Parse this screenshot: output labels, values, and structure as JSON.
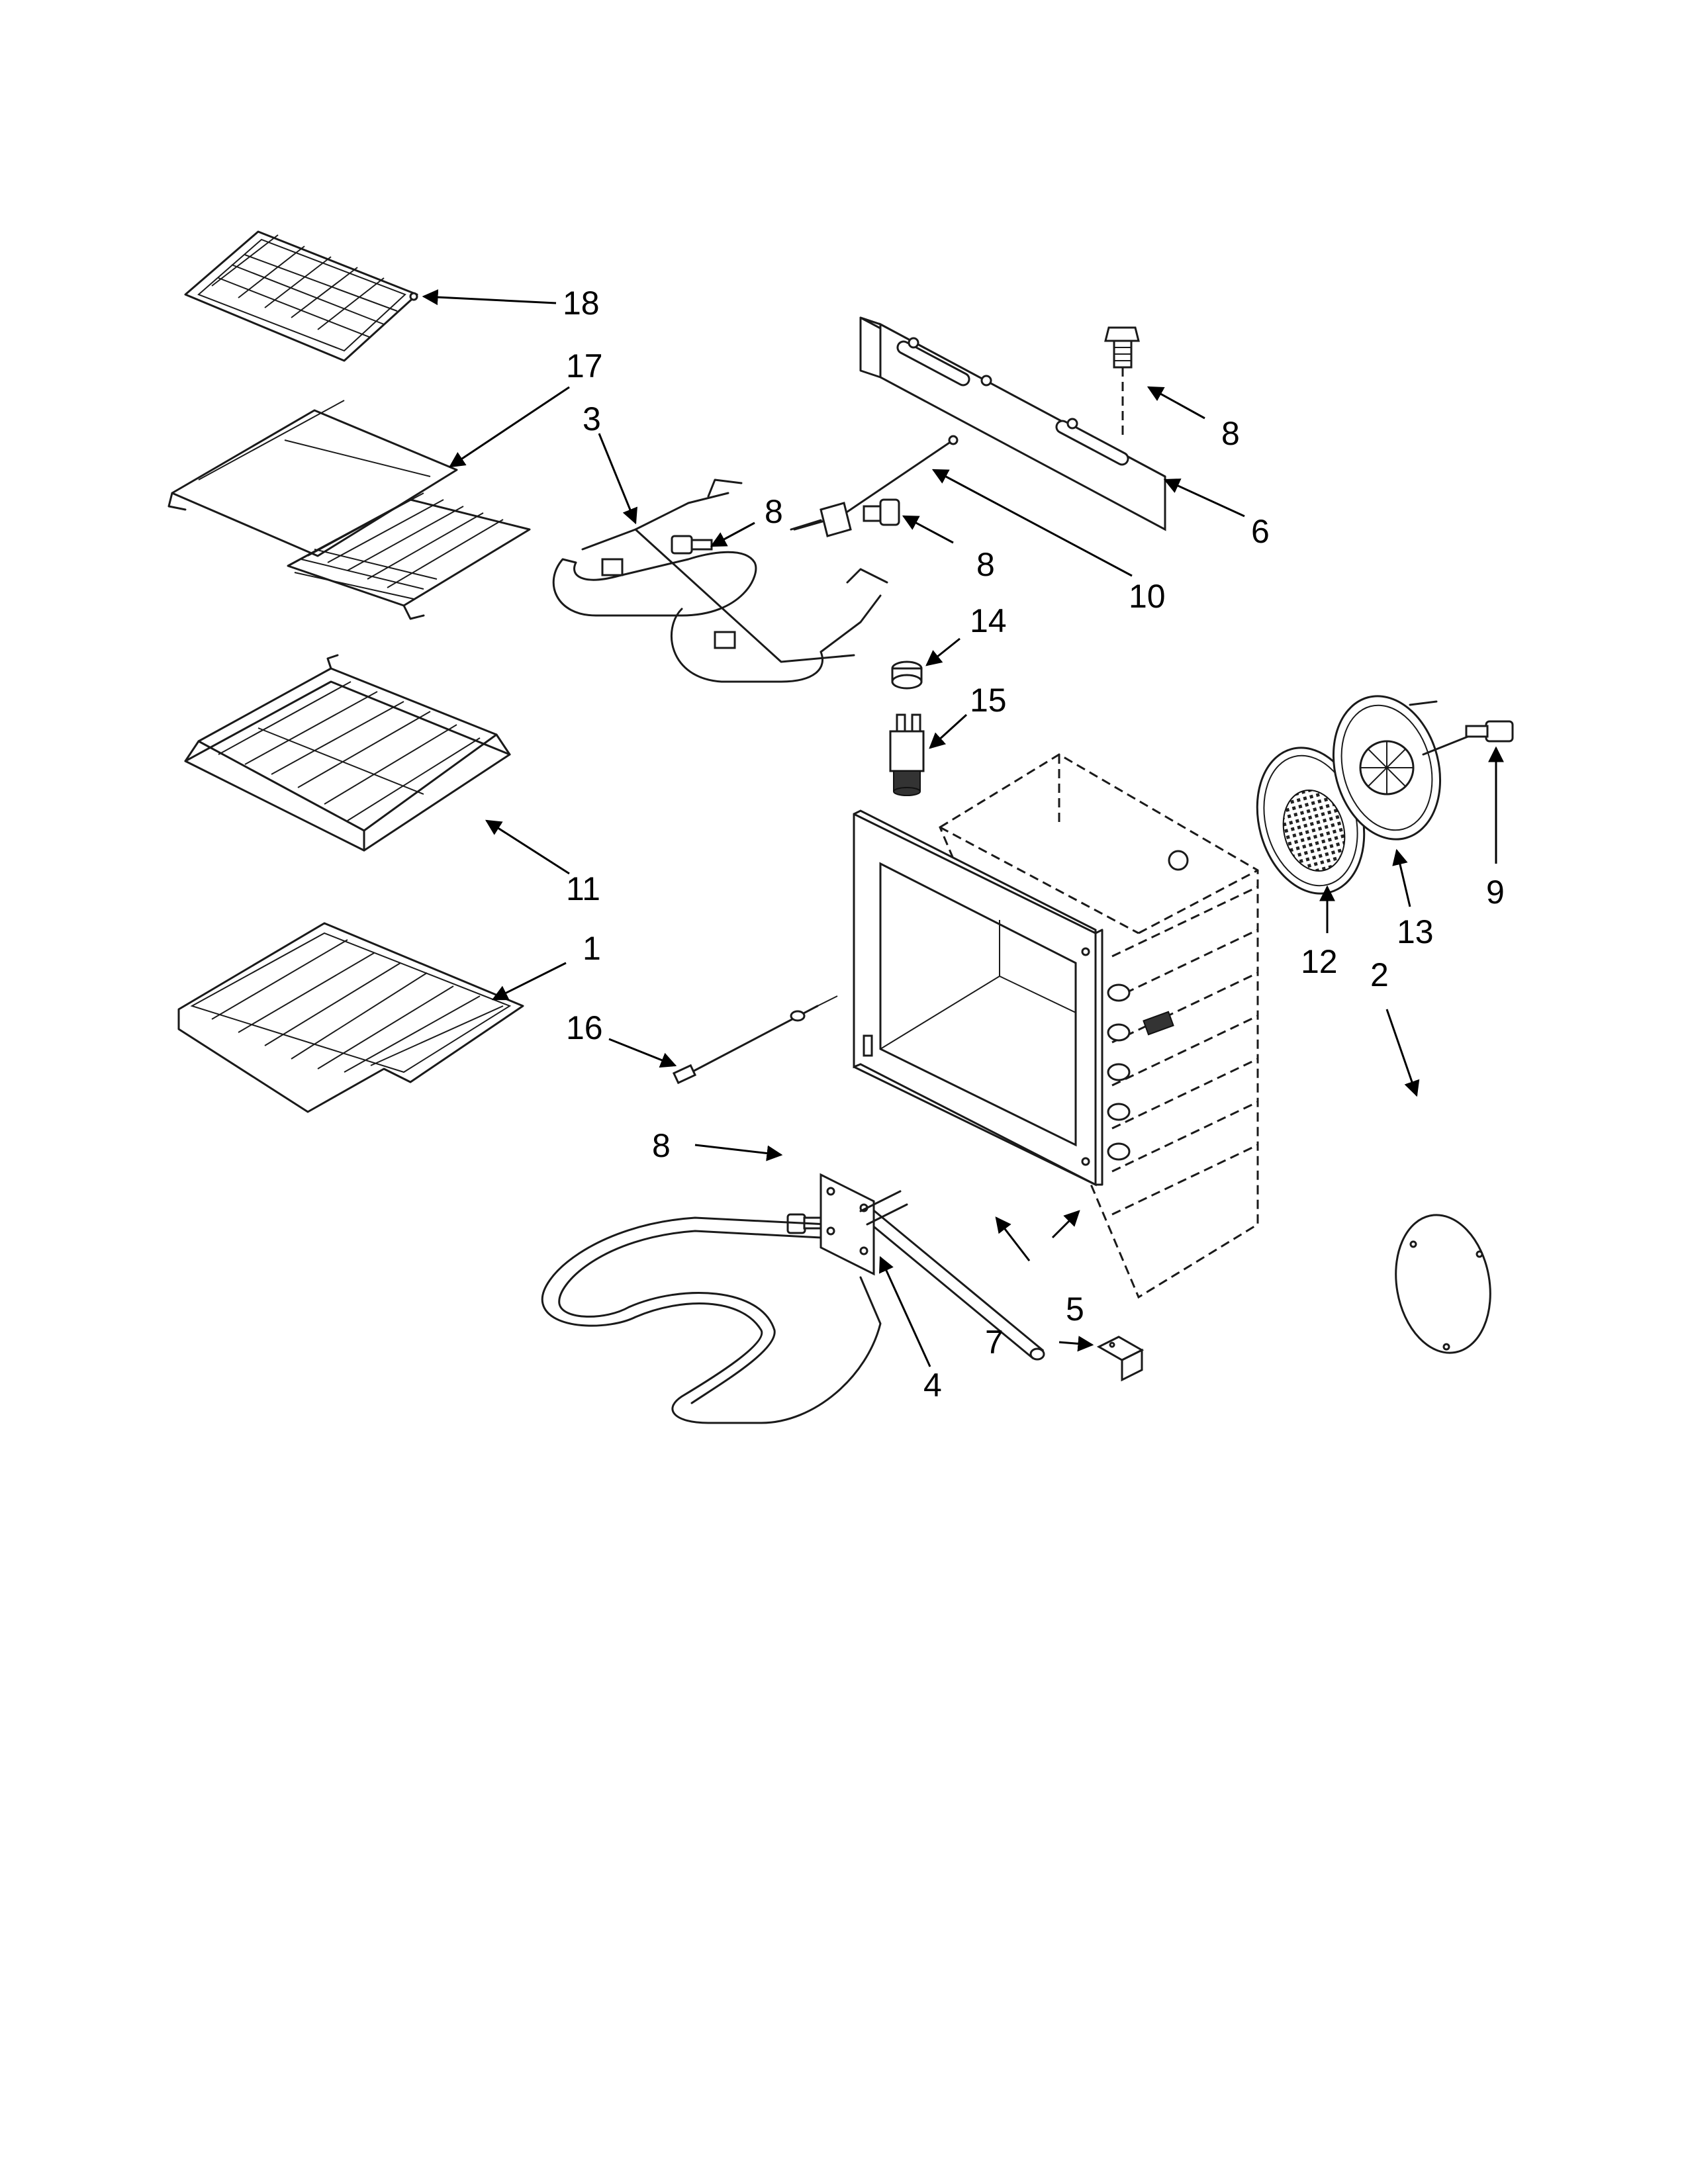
{
  "callouts": {
    "c1": "1",
    "c2": "2",
    "c3": "3",
    "c4": "4",
    "c5": "5",
    "c6": "6",
    "c7": "7",
    "c8a": "8",
    "c8b": "8",
    "c8c": "8",
    "c8d": "8",
    "c9": "9",
    "c10": "10",
    "c11": "11",
    "c12": "12",
    "c13": "13",
    "c14": "14",
    "c15": "15",
    "c16": "16",
    "c17": "17",
    "c18": "18"
  }
}
